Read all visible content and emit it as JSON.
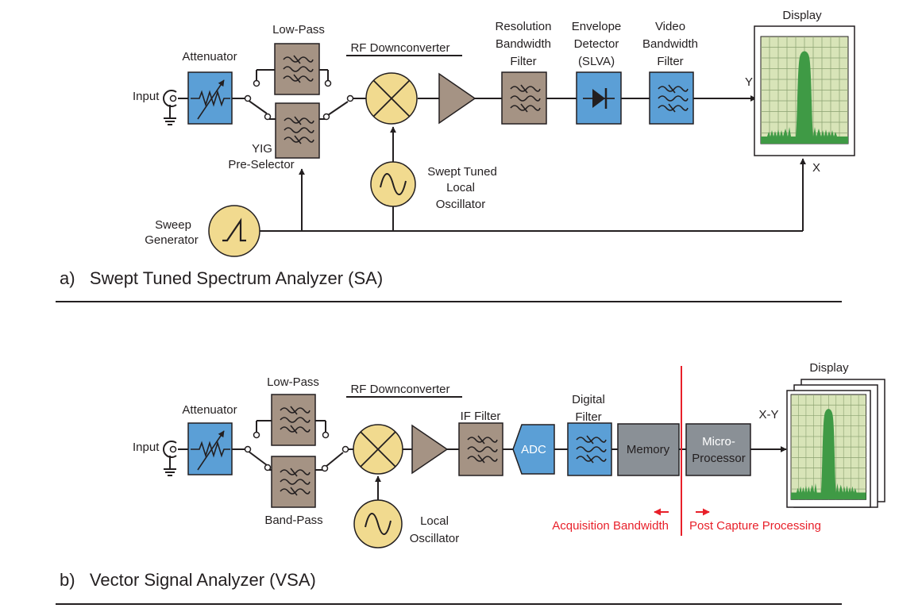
{
  "colors": {
    "blue_block": "#5b9fd6",
    "tan_block": "#a59384",
    "gray_block": "#8a9096",
    "yellow_circle": "#f1da8f",
    "display_bg": "#d8e4b8",
    "display_trace": "#3f9a45",
    "red_accent": "#e8202a"
  },
  "icons": {
    "attenuator": "variable-resistor-icon",
    "filter": "filter-waves-icon",
    "mixer": "mixer-x-icon",
    "amplifier": "amplifier-triangle-icon",
    "detector": "diode-icon",
    "oscillator": "sine-wave-icon",
    "sweep": "ramp-icon",
    "display": "spectrum-display-icon",
    "input": "coax-connector-icon"
  },
  "sa": {
    "caption": "a)   Swept Tuned Spectrum Analyzer (SA)",
    "input": "Input",
    "attenuator": "Attenuator",
    "low_pass": "Low-Pass",
    "yig_1": "YIG",
    "yig_2": "Pre-Selector",
    "rf_downconverter": "RF Downconverter",
    "rbw_1": "Resolution",
    "rbw_2": "Bandwidth",
    "rbw_3": "Filter",
    "env_1": "Envelope",
    "env_2": "Detector",
    "env_3": "(SLVA)",
    "vbw_1": "Video",
    "vbw_2": "Bandwidth",
    "vbw_3": "Filter",
    "display": "Display",
    "y_axis": "Y",
    "x_axis": "X",
    "lo_1": "Swept Tuned",
    "lo_2": "Local",
    "lo_3": "Oscillator",
    "sweep_1": "Sweep",
    "sweep_2": "Generator"
  },
  "vsa": {
    "caption": "b)   Vector Signal Analyzer (VSA)",
    "input": "Input",
    "attenuator": "Attenuator",
    "low_pass": "Low-Pass",
    "band_pass": "Band-Pass",
    "rf_downconverter": "RF Downconverter",
    "if_filter": "IF Filter",
    "adc": "ADC",
    "digital_1": "Digital",
    "digital_2": "Filter",
    "memory": "Memory",
    "micro_1": "Micro-",
    "micro_2": "Processor",
    "display": "Display",
    "xy": "X-Y",
    "lo_1": "Local",
    "lo_2": "Oscillator",
    "acq_bw": "Acquisition Bandwidth",
    "post_capture": "Post Capture Processing"
  }
}
